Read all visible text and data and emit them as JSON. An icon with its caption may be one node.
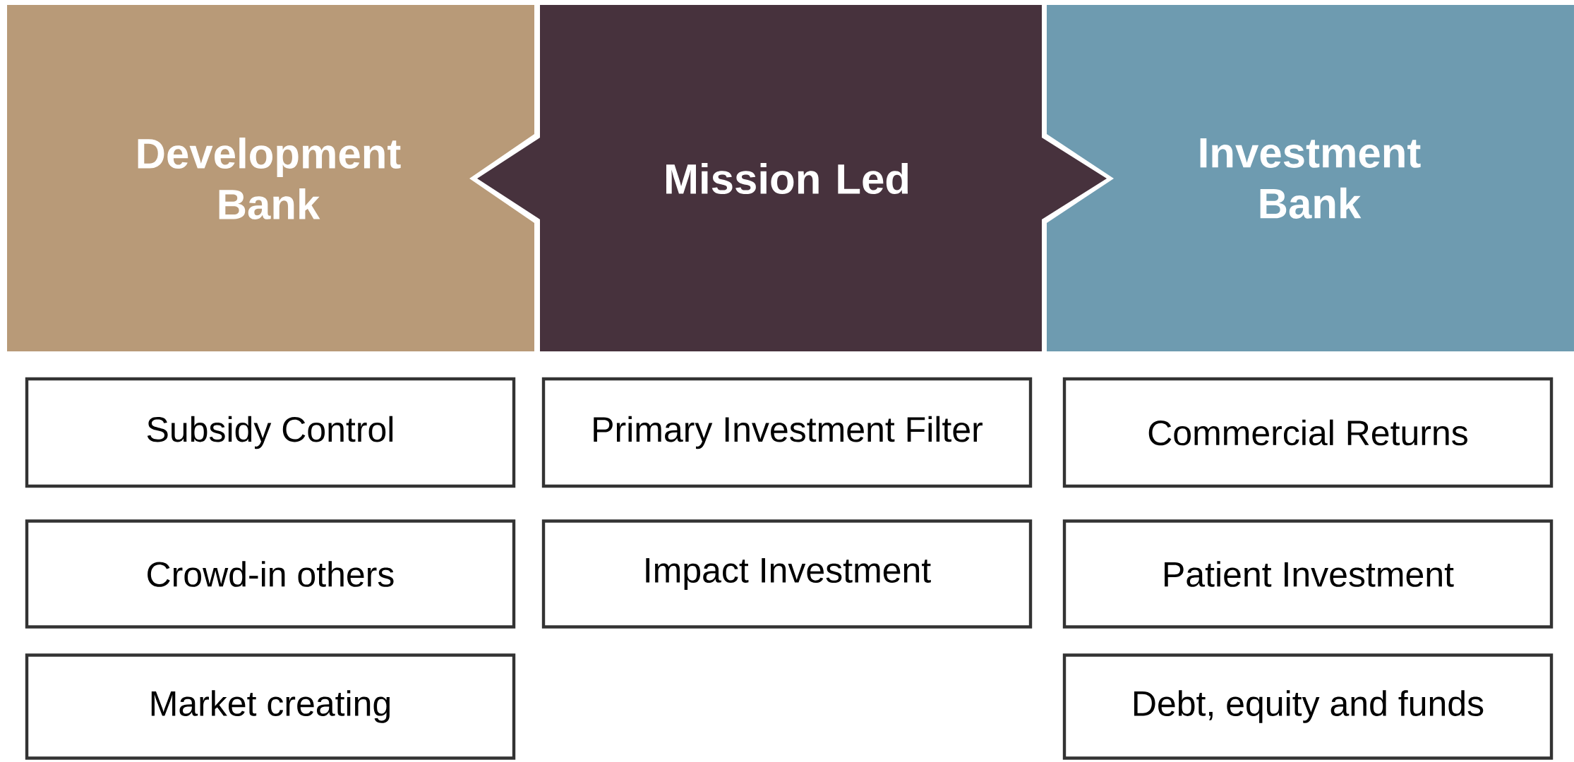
{
  "diagram": {
    "nodes": [
      {
        "text": [
          "Development Bank"
        ]
      },
      {
        "text": [
          "Mission Led"
        ]
      },
      {
        "text": [
          "Investment Bank"
        ]
      },
      {
        "text": [
          "Subsidy Control"
        ]
      },
      {
        "text": [
          "Primary Investment Filter"
        ]
      },
      {
        "text": [
          "Commercial Returns"
        ]
      },
      {
        "text": [
          "Crowd-in others"
        ]
      },
      {
        "text": [
          "Impact Investment"
        ]
      },
      {
        "text": [
          "Patient Investment"
        ]
      },
      {
        "text": [
          "Market creating"
        ]
      },
      {
        "text": [
          "Debt, equity and funds"
        ]
      }
    ]
  }
}
